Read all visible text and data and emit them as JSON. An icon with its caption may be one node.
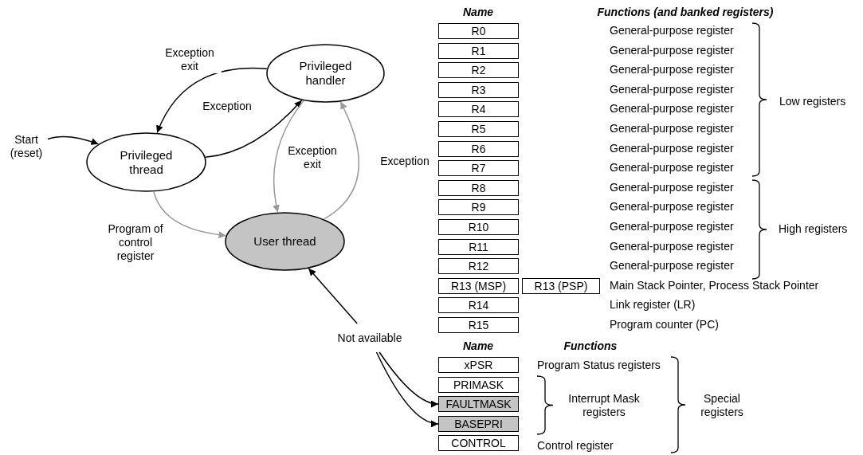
{
  "diagram": {
    "nodes": [
      {
        "text": [
          "Privileged handler"
        ]
      },
      {
        "text": [
          "Privileged thread"
        ]
      },
      {
        "text": [
          "User thread"
        ]
      },
      {
        "text": [
          "Start (reset)"
        ]
      },
      {
        "text": [
          "Not available"
        ]
      },
      {
        "text": [
          "R0"
        ]
      },
      {
        "text": [
          "R1"
        ]
      },
      {
        "text": [
          "R2"
        ]
      },
      {
        "text": [
          "R3"
        ]
      },
      {
        "text": [
          "R4"
        ]
      },
      {
        "text": [
          "R5"
        ]
      },
      {
        "text": [
          "R6"
        ]
      },
      {
        "text": [
          "R7"
        ]
      },
      {
        "text": [
          "R8"
        ]
      },
      {
        "text": [
          "R9"
        ]
      },
      {
        "text": [
          "R10"
        ]
      },
      {
        "text": [
          "R11"
        ]
      },
      {
        "text": [
          "R12"
        ]
      },
      {
        "text": [
          "R13 (MSP)"
        ]
      },
      {
        "text": [
          "R13 (PSP)"
        ]
      },
      {
        "text": [
          "R14"
        ]
      },
      {
        "text": [
          "R15"
        ]
      },
      {
        "text": [
          "xPSR"
        ]
      },
      {
        "text": [
          "PRIMASK"
        ]
      },
      {
        "text": [
          "FAULTMASK"
        ]
      },
      {
        "text": [
          "BASEPRI"
        ]
      },
      {
        "text": [
          "CONTROL"
        ]
      }
    ],
    "edges": [
      {
        "from": 3,
        "to": 1,
        "arrow": "to"
      },
      {
        "from": 0,
        "to": 1,
        "arrow": "to",
        "label": "Exception exit"
      },
      {
        "from": 1,
        "to": 0,
        "arrow": "to",
        "label": "Exception"
      },
      {
        "from": 1,
        "to": 2,
        "arrow": "to",
        "label": "Program of control register",
        "color": "#999999"
      },
      {
        "from": 0,
        "to": 2,
        "arrow": "to",
        "label": "Exception exit",
        "color": "#999999"
      },
      {
        "from": 2,
        "to": 0,
        "arrow": "to",
        "label": "Exception",
        "color": "#999999"
      },
      {
        "from": 4,
        "to": 2,
        "arrow": "to"
      },
      {
        "from": 4,
        "to": 24,
        "arrow": "to"
      },
      {
        "from": 4,
        "to": 25,
        "arrow": "to"
      }
    ],
    "labels": [
      "Name",
      "Functions (and banked registers)",
      "General-purpose register",
      "General-purpose register",
      "General-purpose register",
      "General-purpose register",
      "General-purpose register",
      "General-purpose register",
      "General-purpose register",
      "General-purpose register",
      "Low registers",
      "General-purpose register",
      "General-purpose register",
      "General-purpose register",
      "General-purpose register",
      "General-purpose register",
      "High registers",
      "Main Stack Pointer, Process Stack Pointer",
      "Link register (LR)",
      "Program counter (PC)",
      "Name",
      "Functions",
      "Program Status registers",
      "Interrupt Mask registers",
      "Special registers",
      "Control register"
    ]
  }
}
